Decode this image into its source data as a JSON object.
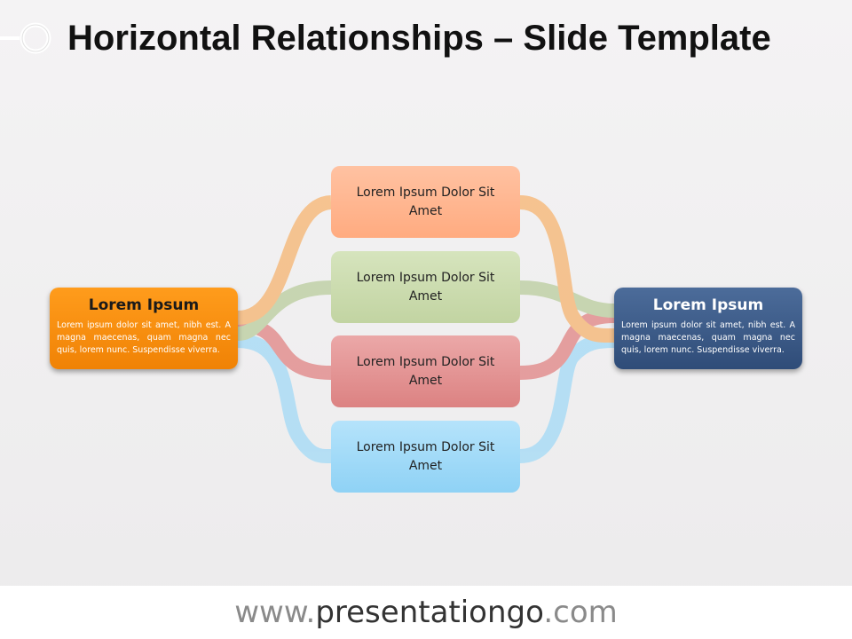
{
  "title": "Horizontal Relationships – Slide Template",
  "left_box": {
    "title": "Lorem Ipsum",
    "text": "Lorem ipsum dolor sit amet, nibh est. A magna maecenas, quam magna nec quis, lorem nunc. Suspendisse viverra.",
    "color": "#f58a0b"
  },
  "right_box": {
    "title": "Lorem Ipsum",
    "text": "Lorem ipsum dolor sit amet, nibh est. A magna maecenas, quam magna nec quis, lorem nunc. Suspendisse viverra.",
    "color": "#3a5a88"
  },
  "middle_boxes": [
    {
      "label": "Lorem Ipsum Dolor Sit Amet",
      "color": "#ffb48c"
    },
    {
      "label": "Lorem Ipsum Dolor Sit Amet",
      "color": "#c9dbac"
    },
    {
      "label": "Lorem Ipsum Dolor Sit Amet",
      "color": "#e29090"
    },
    {
      "label": "Lorem Ipsum Dolor Sit Amet",
      "color": "#9fd9f7"
    }
  ],
  "icons": [
    "title-ring-icon"
  ],
  "footer": {
    "prefix": "www.",
    "domain": "presentationgo",
    "suffix": ".com"
  }
}
